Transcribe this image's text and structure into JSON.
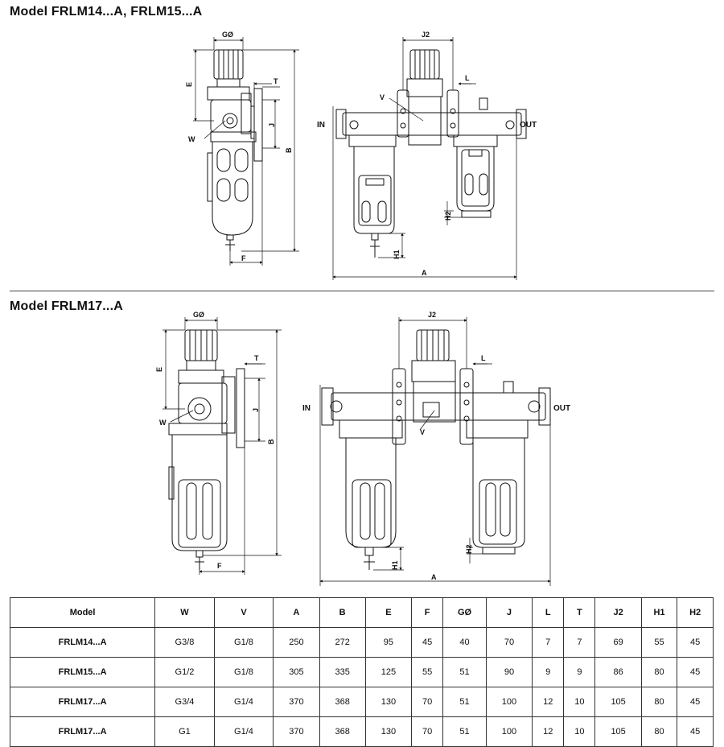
{
  "titles": {
    "section1": "Model  FRLM14...A, FRLM15...A",
    "section2": "Model  FRLM17...A"
  },
  "labels": {
    "g_dia": "GØ",
    "e": "E",
    "t": "T",
    "j": "J",
    "b": "B",
    "w": "W",
    "f": "F",
    "j2": "J2",
    "l": "L",
    "v": "V",
    "h1": "H1",
    "h2": "H2",
    "a": "A",
    "in": "IN",
    "out": "OUT"
  },
  "table": {
    "headers": [
      "Model",
      "W",
      "V",
      "A",
      "B",
      "E",
      "F",
      "GØ",
      "J",
      "L",
      "T",
      "J2",
      "H1",
      "H2"
    ],
    "rows": [
      [
        "FRLM14...A",
        "G3/8",
        "G1/8",
        "250",
        "272",
        "95",
        "45",
        "40",
        "70",
        "7",
        "7",
        "69",
        "55",
        "45"
      ],
      [
        "FRLM15...A",
        "G1/2",
        "G1/8",
        "305",
        "335",
        "125",
        "55",
        "51",
        "90",
        "9",
        "9",
        "86",
        "80",
        "45"
      ],
      [
        "FRLM17...A",
        "G3/4",
        "G1/4",
        "370",
        "368",
        "130",
        "70",
        "51",
        "100",
        "12",
        "10",
        "105",
        "80",
        "45"
      ],
      [
        "FRLM17...A",
        "G1",
        "G1/4",
        "370",
        "368",
        "130",
        "70",
        "51",
        "100",
        "12",
        "10",
        "105",
        "80",
        "45"
      ]
    ]
  }
}
